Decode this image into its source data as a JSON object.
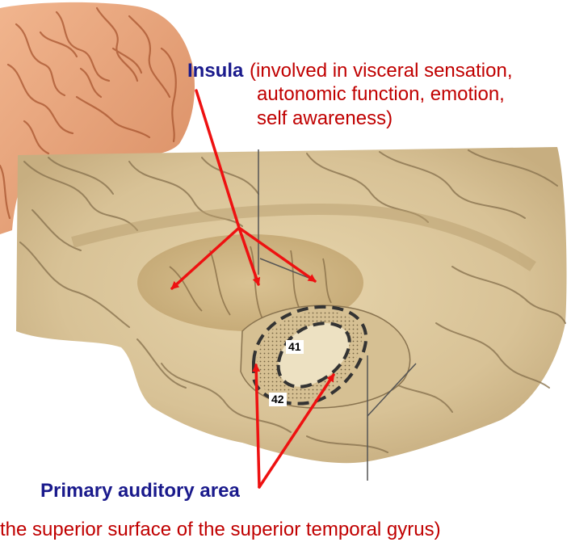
{
  "labels": {
    "insula_title": "Insula",
    "insula_desc_lines": [
      "(involved in visceral sensation,",
      "autonomic function, emotion,",
      "self awareness)"
    ],
    "auditory_title": "Primary auditory area",
    "auditory_caption": "the superior surface of the superior temporal gyrus)",
    "area_41": "41",
    "area_42": "42"
  },
  "colors": {
    "title_text": "#1a1a8c",
    "description_text": "#c00000",
    "arrow": "#ee1111",
    "brain_lateral": "#e9a47e",
    "brain_specimen": "#d9c49a"
  }
}
